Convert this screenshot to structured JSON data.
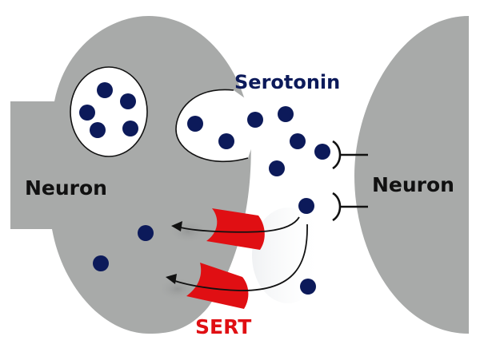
{
  "title": "Serotonin reuptake by SERT at a synapse",
  "labels": {
    "presynaptic_neuron": "Neuron",
    "postsynaptic_neuron": "Neuron",
    "neurotransmitter": "Serotonin",
    "transporter": "SERT"
  },
  "colors": {
    "neuron": "#a8aaa9",
    "serotonin": "#0c1a5a",
    "transporter": "#e00f13",
    "label_dark": "#111111",
    "outline": "#111111"
  },
  "elements": {
    "vesicle_molecules": 5,
    "fusing_vesicle_molecules": 2,
    "cleft_molecules": 7,
    "reuptaken_molecules": 2,
    "receptors": 2,
    "transporters": 2,
    "reuptake_arrows": 2
  }
}
